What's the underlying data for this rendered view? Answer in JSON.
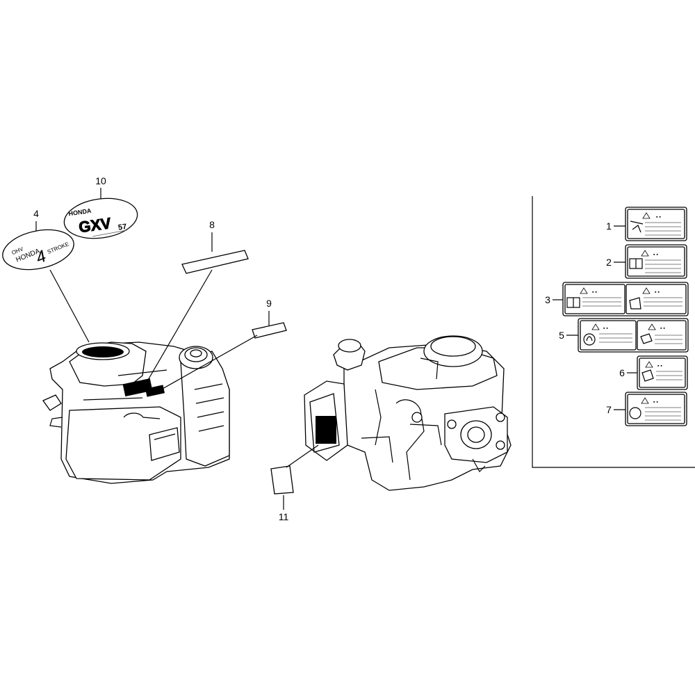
{
  "callouts": {
    "c1": "1",
    "c2": "2",
    "c3": "3",
    "c4": "4",
    "c5": "5",
    "c6": "6",
    "c7": "7",
    "c8": "8",
    "c9": "9",
    "c10": "10",
    "c11": "11"
  },
  "emblem_4": {
    "line1": "OHV",
    "line2": "HONDA",
    "line3": "4",
    "line4": "STROKE"
  },
  "emblem_10": {
    "line1": "HONDA",
    "line2": "GXV",
    "line3": "57"
  },
  "icons": {
    "warning": "warning-triangle-icon",
    "book": "manual-book-icon",
    "fire": "fire-icon",
    "hand": "hand-icon",
    "face": "operator-icon"
  }
}
